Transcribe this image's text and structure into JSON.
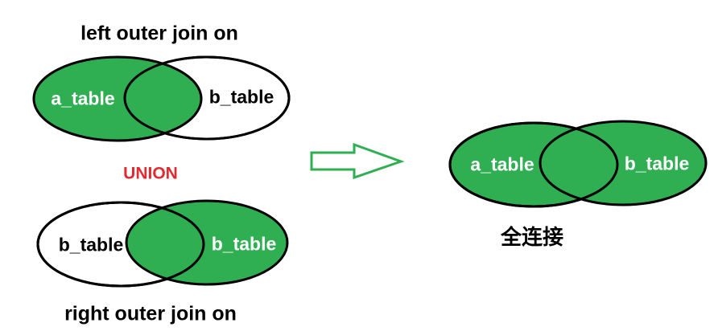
{
  "colors": {
    "green": "#2fae52",
    "red": "#e02b31",
    "outline": "#000000",
    "white": "#ffffff"
  },
  "top_diagram": {
    "title": "left outer join on",
    "left_circle_label": "a_table",
    "right_circle_label": "b_table"
  },
  "union_label": "UNION",
  "bottom_diagram": {
    "title": "right outer join on",
    "left_circle_label": "b_table",
    "right_circle_label": "b_table"
  },
  "result_diagram": {
    "left_circle_label": "a_table",
    "right_circle_label": "b_table",
    "caption": "全连接"
  }
}
